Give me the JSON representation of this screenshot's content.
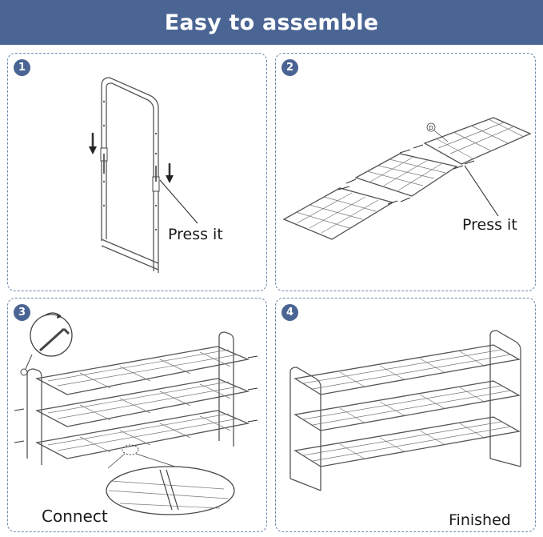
{
  "banner": {
    "title": "Easy to assemble",
    "background": "#4a6593"
  },
  "steps": [
    {
      "number": "1",
      "caption": "Press it"
    },
    {
      "number": "2",
      "caption": "Press it",
      "part_label": "D"
    },
    {
      "number": "3",
      "caption": "Connect"
    },
    {
      "number": "4",
      "caption": "Finished"
    }
  ]
}
